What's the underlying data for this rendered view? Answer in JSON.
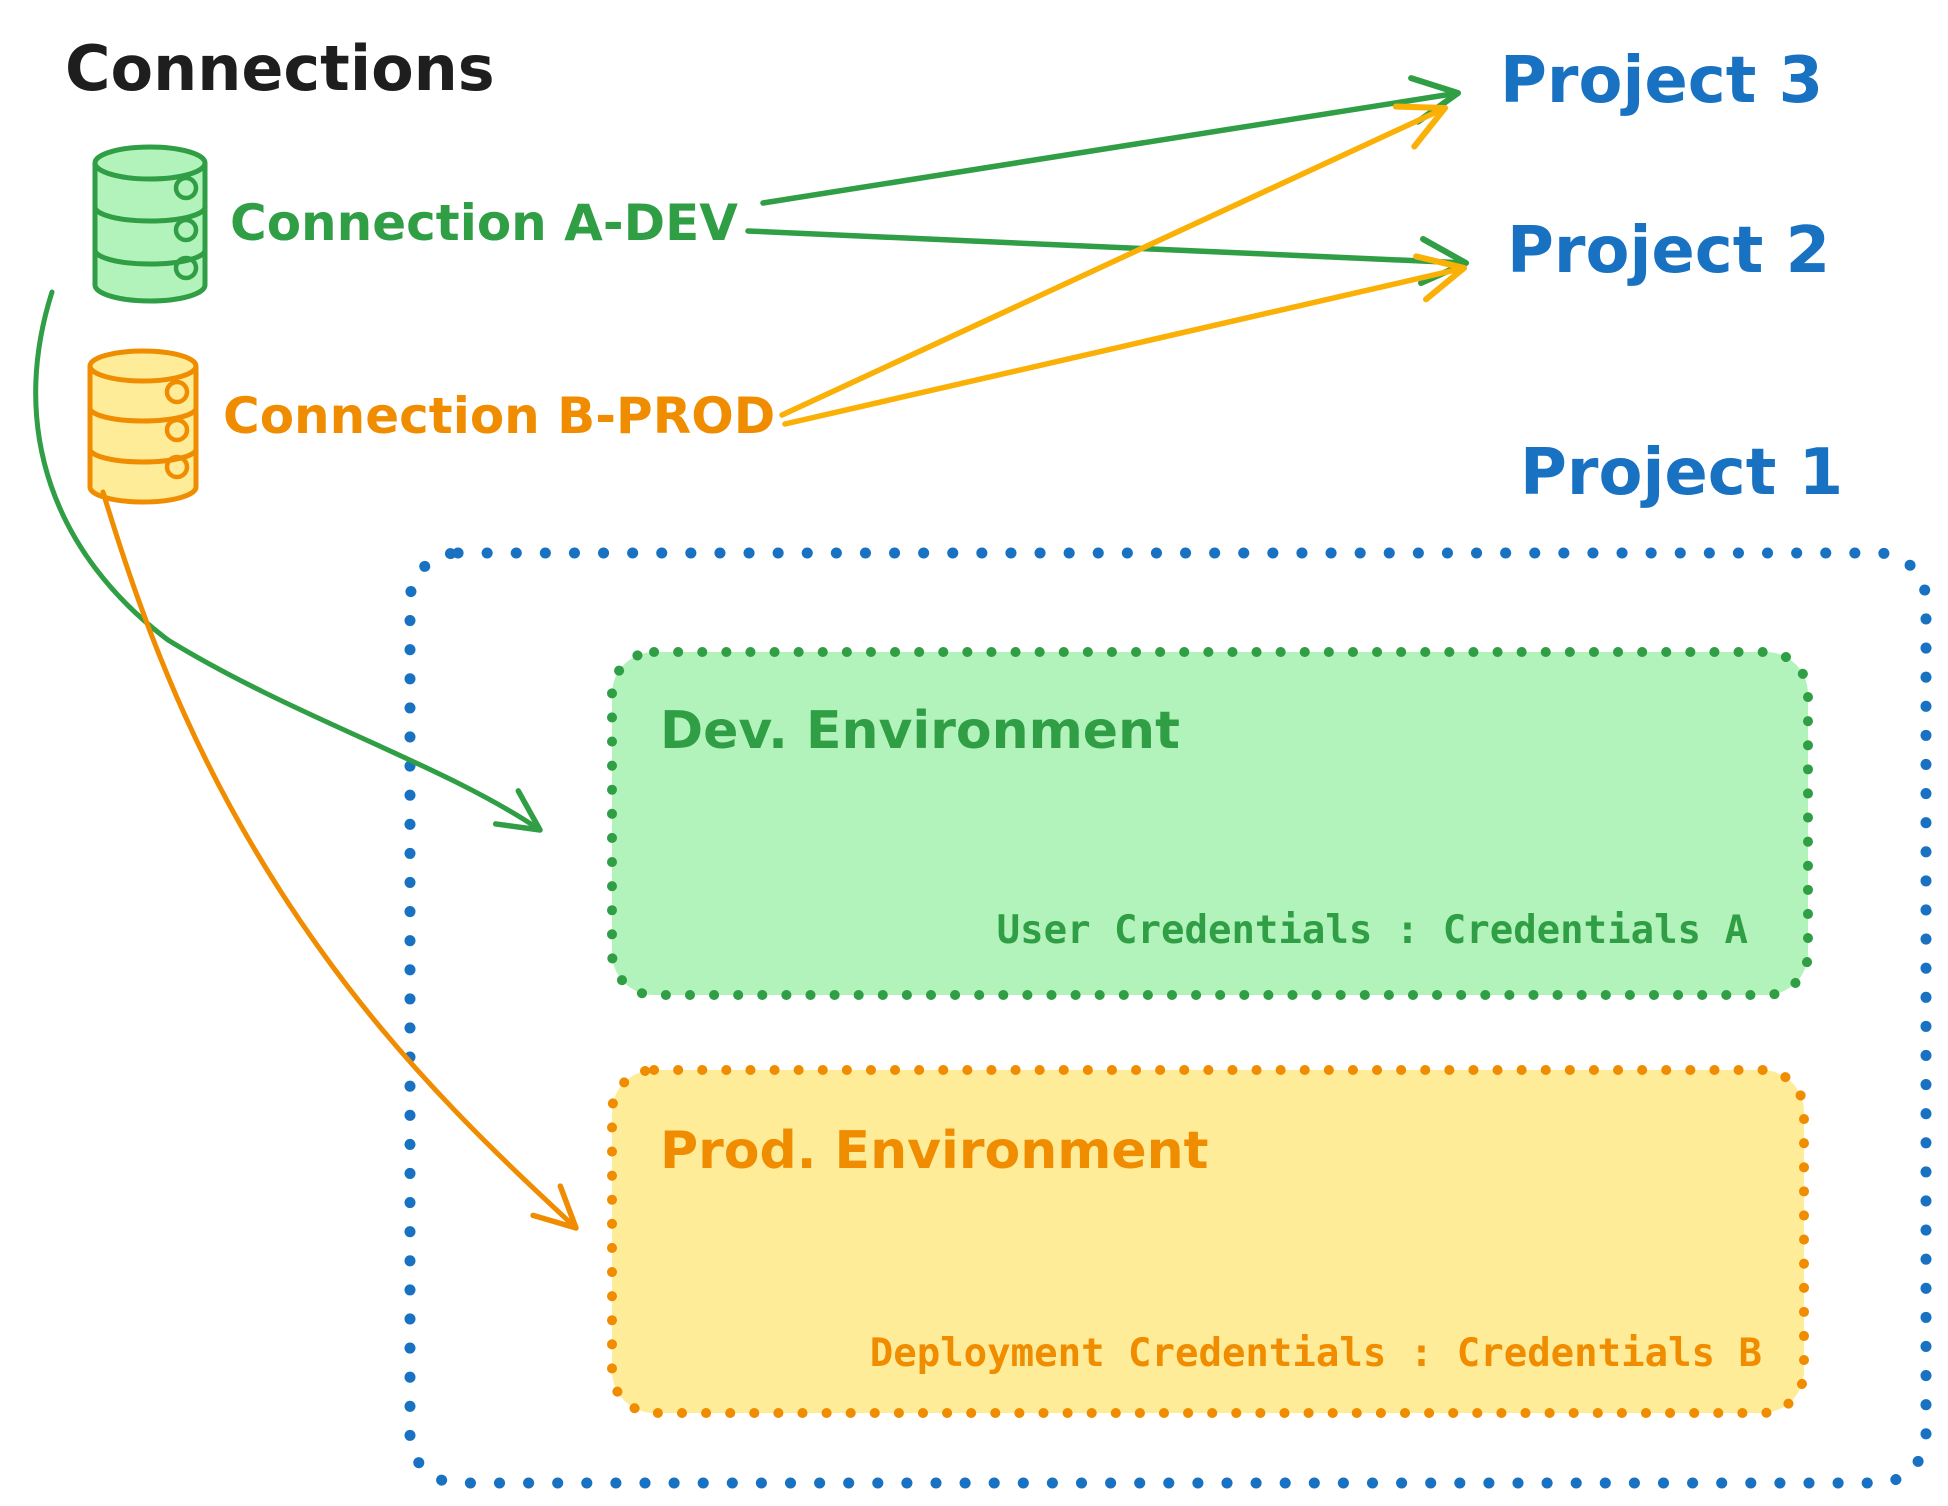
{
  "title": "Connections",
  "palette": {
    "black": "#1e1e1e",
    "blue": "#1971c2",
    "green": "#2f9e44",
    "green_fill": "#b2f2bb",
    "orange": "#f08c00",
    "orange_fill": "#ffec99",
    "amber_arrow": "#fab005"
  },
  "connections": [
    {
      "label": "Connection A-DEV",
      "color": "#2f9e44",
      "icon": "database-icon"
    },
    {
      "label": "Connection B-PROD",
      "color": "#f08c00",
      "icon": "database-icon"
    }
  ],
  "projects": [
    {
      "label": "Project 3"
    },
    {
      "label": "Project 2"
    },
    {
      "label": "Project 1"
    }
  ],
  "arrows": [
    {
      "from": "Connection A-DEV",
      "to": "Project 3",
      "color": "#2f9e44"
    },
    {
      "from": "Connection A-DEV",
      "to": "Project 2",
      "color": "#2f9e44"
    },
    {
      "from": "Connection A-DEV",
      "to": "Dev. Environment",
      "color": "#2f9e44"
    },
    {
      "from": "Connection B-PROD",
      "to": "Project 3",
      "color": "#fab005"
    },
    {
      "from": "Connection B-PROD",
      "to": "Project 2",
      "color": "#fab005"
    },
    {
      "from": "Connection B-PROD",
      "to": "Prod. Environment",
      "color": "#f08c00"
    }
  ],
  "project1": {
    "environments": [
      {
        "title": "Dev. Environment",
        "credentials_label": "User Credentials",
        "credentials_value": "Credentials A",
        "credentials_text": "User Credentials : Credentials A"
      },
      {
        "title": "Prod. Environment",
        "credentials_label": "Deployment Credentials",
        "credentials_value": "Credentials B",
        "credentials_text": "Deployment Credentials : Credentials B"
      }
    ]
  }
}
